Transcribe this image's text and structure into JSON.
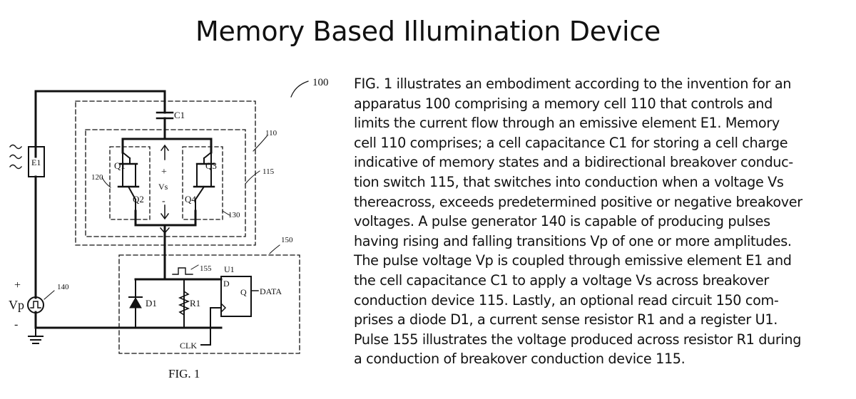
{
  "title": "Memory Based Illumination Device",
  "figure": {
    "caption": "FIG.  1",
    "labels": {
      "ref_100": "100",
      "ref_110": "110",
      "ref_115": "115",
      "ref_120": "120",
      "ref_130": "130",
      "ref_140": "140",
      "ref_150": "150",
      "ref_155": "155",
      "c1": "C1",
      "q1": "Q1",
      "q2": "Q2",
      "q3": "Q3",
      "q4": "Q4",
      "e1": "E1",
      "vs": "Vs",
      "vp": "Vp",
      "plus": "+",
      "minus": "-",
      "u1": "U1",
      "d_pin": "D",
      "q_pin": "Q",
      "data": "DATA",
      "d1": "D1",
      "r1": "R1",
      "clk": "CLK"
    }
  },
  "description": "FIG. 1 illustrates an embodiment according to the invention for an\napparatus 100 comprising a memory cell 110 that controls and\nlimits the current flow through an emissive element E1. Memory\ncell 110 comprises; a cell capacitance C1 for storing a cell charge\nindicative of memory states and a bidirectional breakover conduc-\ntion switch 115, that switches into conduction when a voltage Vs\nthereacross, exceeds predetermined positive or negative breakover\nvoltages. A pulse generator 140 is capable of producing pulses\nhaving rising and falling transitions Vp of one or more amplitudes.\nThe pulse voltage Vp is coupled through emissive element E1 and\nthe cell capacitance C1 to apply a voltage Vs across breakover\nconduction device 115. Lastly, an optional read circuit 150 com-\nprises a diode D1, a current sense resistor R1 and a register U1.\nPulse 155 illustrates the voltage produced across resistor R1 during\na conduction of breakover conduction device 115."
}
